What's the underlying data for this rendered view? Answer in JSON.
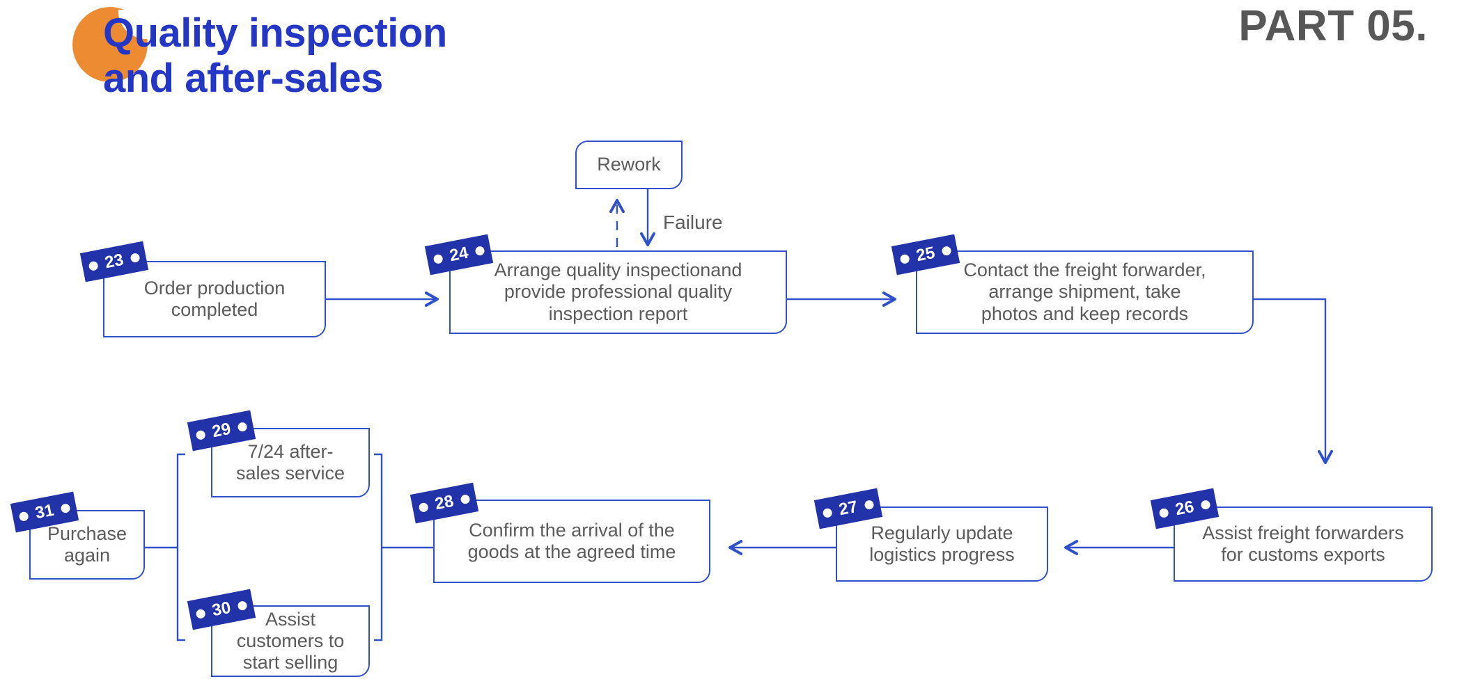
{
  "header": {
    "title": "Quality inspection\nand after-sales",
    "part_label": "PART 05.",
    "title_color": "#2437C4",
    "part_color": "#575757",
    "blob_color": "#ED8B33"
  },
  "theme": {
    "box_border": "#2F50C8",
    "badge_bg": "#2232A8",
    "text": "#5B5B5B",
    "wire": "#2F50C8",
    "background": "#FFFFFF"
  },
  "nodes": {
    "rework": {
      "label": "Rework"
    },
    "n23": {
      "number": "23",
      "label": "Order production\ncompleted"
    },
    "n24": {
      "number": "24",
      "label": "Arrange quality inspectionand\nprovide professional quality\ninspection report"
    },
    "n25": {
      "number": "25",
      "label": "Contact the freight forwarder,\narrange shipment, take\nphotos and keep records"
    },
    "n26": {
      "number": "26",
      "label": "Assist freight forwarders\nfor customs exports"
    },
    "n27": {
      "number": "27",
      "label": "Regularly update\nlogistics progress"
    },
    "n28": {
      "number": "28",
      "label": "Confirm the arrival of the\ngoods at the agreed time"
    },
    "n29": {
      "number": "29",
      "label": "7/24 after-\nsales service"
    },
    "n30": {
      "number": "30",
      "label": "Assist\ncustomers to\nstart selling"
    },
    "n31": {
      "number": "31",
      "label": "Purchase\nagain"
    }
  },
  "edges": {
    "failure_label": "Failure"
  }
}
